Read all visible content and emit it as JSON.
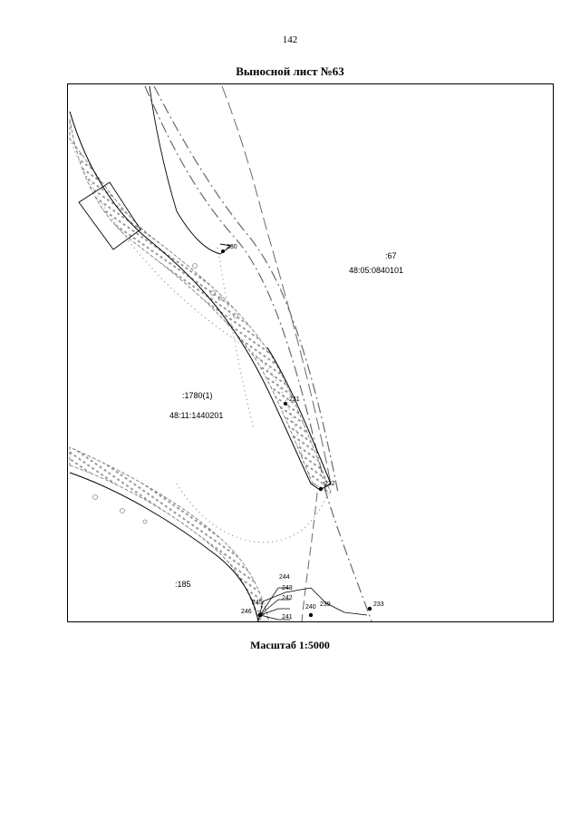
{
  "page": {
    "number": "142",
    "title": "Выносной лист №63",
    "scale": "Масштаб 1:5000"
  },
  "parcels": [
    {
      "id": "p67",
      "label": ":67"
    },
    {
      "id": "q0840101",
      "label": "48:05:0840101"
    },
    {
      "id": "p1780",
      "label": ":1780(1)"
    },
    {
      "id": "q1440201",
      "label": "48:11:1440201"
    },
    {
      "id": "p185",
      "label": ":185"
    }
  ],
  "points": [
    "230",
    "231",
    "232",
    "233",
    "239",
    "240",
    "241",
    "242",
    "243",
    "244",
    "245",
    "246"
  ],
  "colors": {
    "line": "#000000",
    "hatch": "#707070",
    "dots": "#8a8a8a"
  }
}
